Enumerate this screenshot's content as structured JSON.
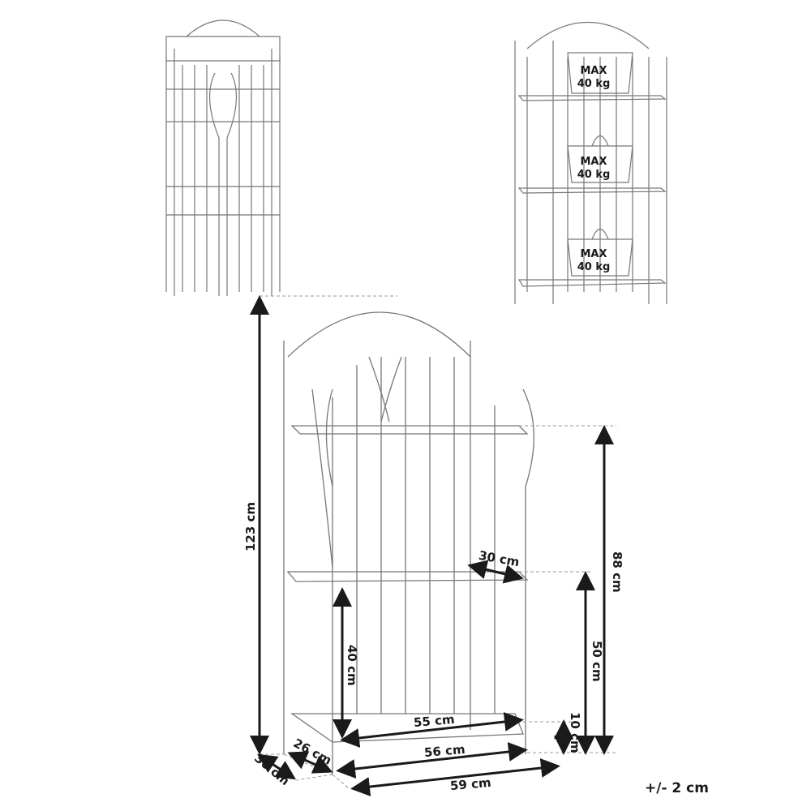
{
  "dimensions": {
    "total_height": "123 cm",
    "top_shelf_height": "88 cm",
    "middle_shelf_height": "50 cm",
    "bottom_shelf_height": "10 cm",
    "shelf_gap": "40 cm",
    "shelf_width": "55 cm",
    "shelf_depth": "30 cm",
    "inner_width": "56 cm",
    "outer_width": "59 cm",
    "inner_depth": "26 cm",
    "outer_depth": "30 cm"
  },
  "load_labels": [
    {
      "line1": "MAX",
      "line2": "40 kg"
    },
    {
      "line1": "MAX",
      "line2": "40 kg"
    },
    {
      "line1": "MAX",
      "line2": "40 kg"
    }
  ],
  "tolerance": "+/- 2 cm",
  "colors": {
    "line": "#1a1a1a",
    "drawing": "#777777",
    "dash": "#999999"
  }
}
